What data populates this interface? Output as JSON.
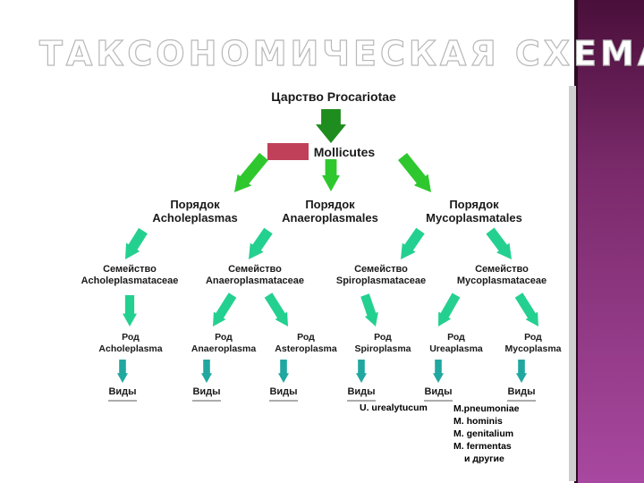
{
  "slide": {
    "title": "ТАКСОНОМИЧЕСКАЯ СХЕМА"
  },
  "colors": {
    "dark_green": "#1e8c1e",
    "bright_green": "#2ec82e",
    "teal": "#24d090",
    "blue_teal": "#20a8a0",
    "pink": "#c0405a"
  },
  "tree": {
    "kingdom": "Царство Procariotae",
    "class": "Mollicutes",
    "orders": [
      {
        "line1": "Порядок",
        "line2": "Acholeplasmas"
      },
      {
        "line1": "Порядок",
        "line2": "Anaeroplasmales"
      },
      {
        "line1": "Порядок",
        "line2": "Mycoplasmatales"
      }
    ],
    "families": [
      {
        "line1": "Семейство",
        "line2": "Acholeplasmataceae"
      },
      {
        "line1": "Семейство",
        "line2": "Anaeroplasmataceae"
      },
      {
        "line1": "Семейство",
        "line2": "Spiroplasmataceae"
      },
      {
        "line1": "Семейство",
        "line2": "Mycoplasmataceae"
      }
    ],
    "genera": [
      {
        "line1": "Род",
        "line2": "Acholeplasma"
      },
      {
        "line1": "Род",
        "line2": "Anaeroplasma"
      },
      {
        "line1": "Род",
        "line2": "Asteroplasma"
      },
      {
        "line1": "Род",
        "line2": "Spiroplasma"
      },
      {
        "line1": "Род",
        "line2": "Ureaplasma"
      },
      {
        "line1": "Род",
        "line2": "Mycoplasma"
      }
    ],
    "species_label": "Виды",
    "species_ureaplasma": "U. urealytucum",
    "species_mycoplasma": [
      "M.pneumoniae",
      "M. hominis",
      "M. genitalium",
      "M. fermentas",
      "и другие"
    ]
  }
}
